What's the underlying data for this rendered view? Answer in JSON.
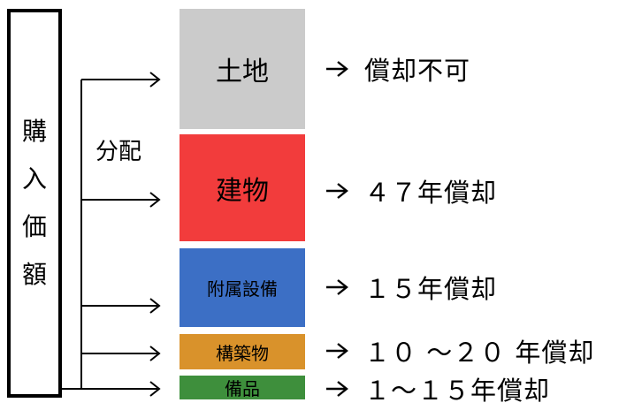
{
  "purchase_label": [
    "購",
    "入",
    "価",
    "額"
  ],
  "distribution_label": "分配",
  "blocks": [
    {
      "label": "土地",
      "result": "償却不可",
      "color": "#cbcbcb"
    },
    {
      "label": "建物",
      "result": "４７年償却",
      "color": "#f23c3c"
    },
    {
      "label": "附属設備",
      "result": "１５年償却",
      "color": "#3c6fc5"
    },
    {
      "label": "構築物",
      "result": "１０ ～２０ 年償却",
      "color": "#d9922b"
    },
    {
      "label": "備品",
      "result": "１～１５年償却",
      "color": "#3e8f3c"
    }
  ]
}
